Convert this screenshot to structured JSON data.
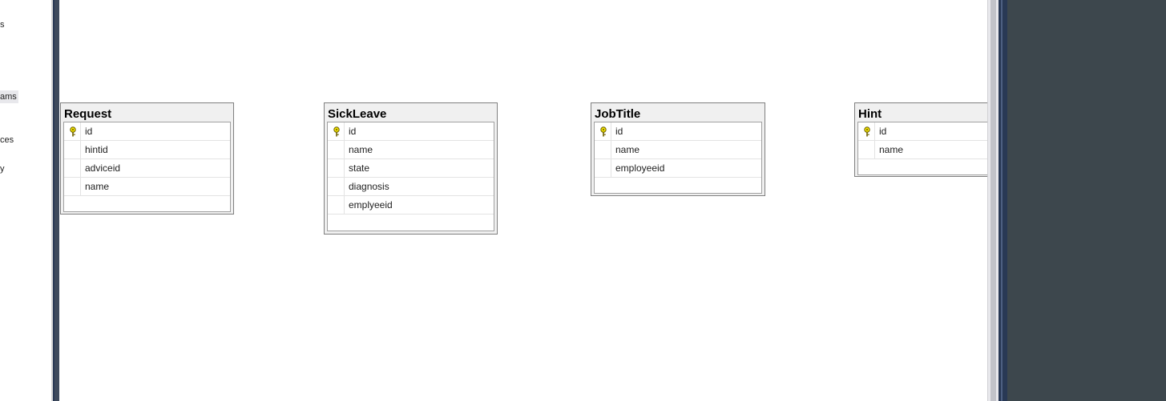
{
  "left_panel": {
    "items": [
      {
        "text": "s"
      },
      {
        "text": "ams",
        "selected": true
      },
      {
        "text": "ces"
      },
      {
        "text": "y"
      }
    ]
  },
  "diagram": {
    "tables": [
      {
        "name": "Request",
        "columns": [
          {
            "name": "id",
            "primary_key": true
          },
          {
            "name": "hintid"
          },
          {
            "name": "adviceid"
          },
          {
            "name": "name"
          }
        ]
      },
      {
        "name": "SickLeave",
        "columns": [
          {
            "name": "id",
            "primary_key": true
          },
          {
            "name": "name"
          },
          {
            "name": "state"
          },
          {
            "name": "diagnosis"
          },
          {
            "name": "emplyeeid"
          }
        ]
      },
      {
        "name": "JobTitle",
        "columns": [
          {
            "name": "id",
            "primary_key": true
          },
          {
            "name": "name"
          },
          {
            "name": "employeeid"
          }
        ]
      },
      {
        "name": "Hint",
        "columns": [
          {
            "name": "id",
            "primary_key": true
          },
          {
            "name": "name"
          }
        ]
      }
    ]
  },
  "colors": {
    "canvas_bg": "#ffffff",
    "table_header_bg": "#f0f0f0",
    "dark_panel": "#3d474d",
    "frame_border": "#293955",
    "key_icon": "#f2e200"
  }
}
